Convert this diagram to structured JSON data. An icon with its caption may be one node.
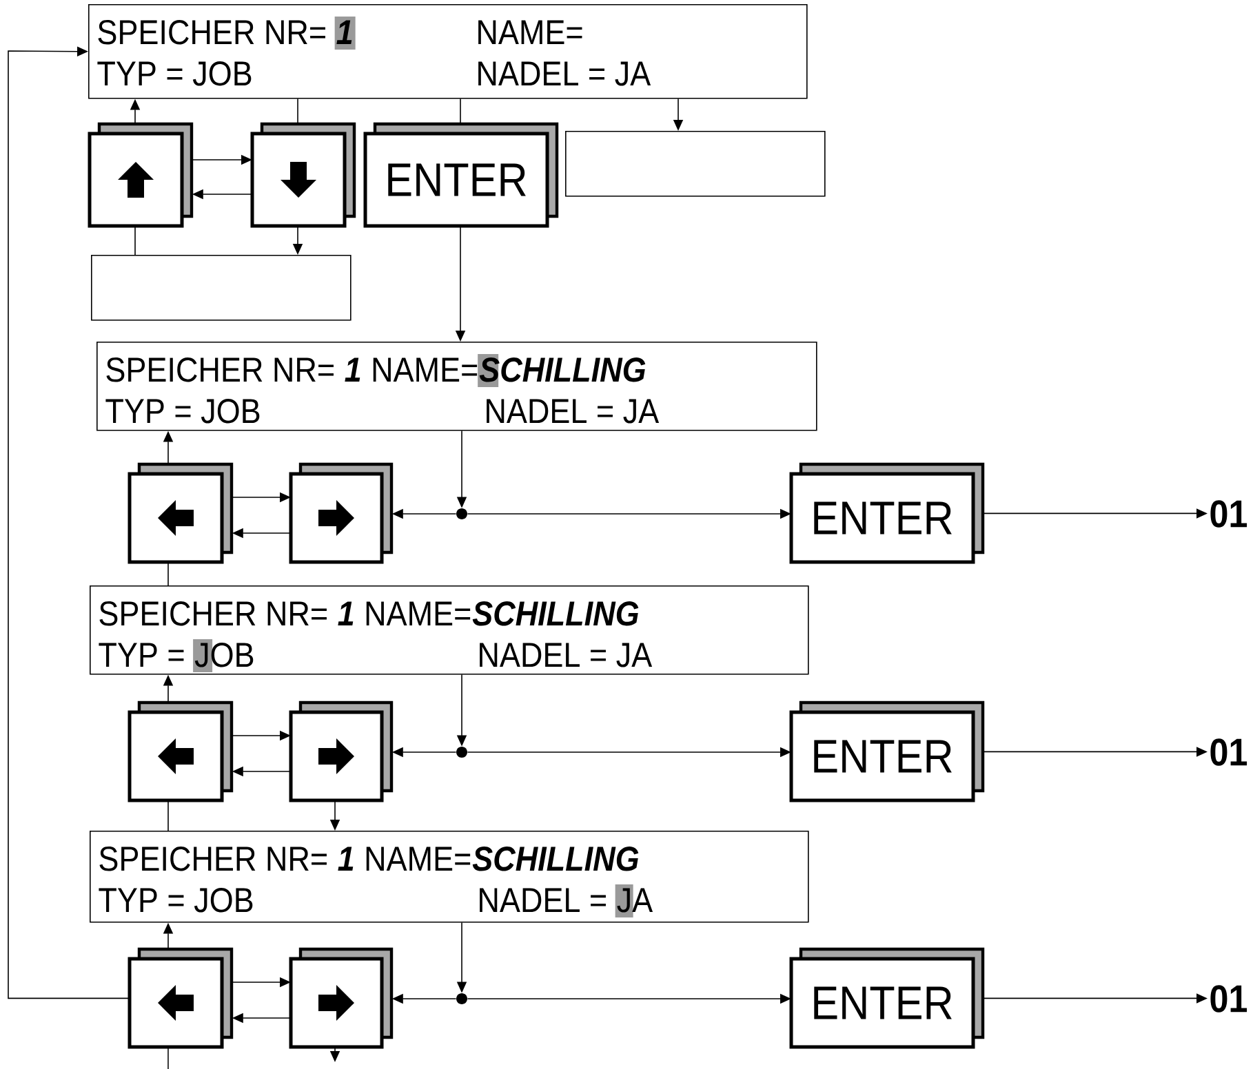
{
  "diagram": {
    "nodes": [
      {
        "text": [
          "SPEICHER NR=",
          "1",
          "NAME=",
          "TYP = JOB",
          "NADEL = JA"
        ]
      },
      {
        "text": [],
        "shape": "box"
      },
      {
        "text": [],
        "shape": "box"
      },
      {
        "text": [
          "ENTER"
        ]
      },
      {
        "text": [],
        "shape": "box"
      },
      {
        "text": [],
        "shape": "box"
      },
      {
        "text": [
          "SPEICHER NR=",
          "1",
          "NAME=",
          "SCHILLING",
          "TYP = JOB",
          "NADEL = JA"
        ]
      },
      {
        "text": [],
        "shape": "box"
      },
      {
        "text": [],
        "shape": "box"
      },
      {
        "text": [],
        "shape": "circle"
      },
      {
        "text": [
          "ENTER"
        ]
      },
      {
        "text": [
          "01"
        ]
      },
      {
        "text": [
          "SPEICHER NR=",
          "1",
          "NAME=",
          "SCHILLING",
          "TYP =",
          "JOB",
          "NADEL = JA"
        ]
      },
      {
        "text": [],
        "shape": "box"
      },
      {
        "text": [],
        "shape": "box"
      },
      {
        "text": [],
        "shape": "circle"
      },
      {
        "text": [
          "ENTER"
        ]
      },
      {
        "text": [
          "01"
        ]
      },
      {
        "text": [
          "SPEICHER NR=",
          "1",
          "NAME=",
          "SCHILLING",
          "TYP = JOB",
          "NADEL =",
          "JA"
        ]
      },
      {
        "text": [],
        "shape": "box"
      },
      {
        "text": [],
        "shape": "box"
      },
      {
        "text": [],
        "shape": "circle"
      },
      {
        "text": [
          "ENTER"
        ]
      },
      {
        "text": [
          "01"
        ]
      }
    ],
    "edges": [
      {
        "from": 1,
        "to": 0,
        "arrow": "to"
      },
      {
        "from": 1,
        "to": 2,
        "arrow": "to"
      },
      {
        "from": 2,
        "to": 1,
        "arrow": "to"
      },
      {
        "from": 0,
        "to": 2,
        "arrow": "none"
      },
      {
        "from": 2,
        "to": 5,
        "arrow": "to"
      },
      {
        "from": 1,
        "to": 5,
        "arrow": "none"
      },
      {
        "from": 0,
        "to": 3,
        "arrow": "none"
      },
      {
        "from": 3,
        "to": 6,
        "arrow": "to"
      },
      {
        "from": 0,
        "to": 4,
        "arrow": "to"
      },
      {
        "from": 19,
        "to": 0,
        "arrow": "to"
      },
      {
        "from": 7,
        "to": 6,
        "arrow": "to"
      },
      {
        "from": 7,
        "to": 8,
        "arrow": "to"
      },
      {
        "from": 8,
        "to": 7,
        "arrow": "to"
      },
      {
        "from": 7,
        "to": 12,
        "arrow": "none"
      },
      {
        "from": 6,
        "to": 9,
        "arrow": "to"
      },
      {
        "from": 9,
        "to": 8,
        "arrow": "to"
      },
      {
        "from": 9,
        "to": 10,
        "arrow": "to"
      },
      {
        "from": 10,
        "to": 11,
        "arrow": "to"
      },
      {
        "from": 13,
        "to": 12,
        "arrow": "to"
      },
      {
        "from": 13,
        "to": 14,
        "arrow": "to"
      },
      {
        "from": 14,
        "to": 13,
        "arrow": "to"
      },
      {
        "from": 13,
        "to": 18,
        "arrow": "none"
      },
      {
        "from": 14,
        "to": 18,
        "arrow": "to"
      },
      {
        "from": 12,
        "to": 15,
        "arrow": "to"
      },
      {
        "from": 15,
        "to": 14,
        "arrow": "to"
      },
      {
        "from": 15,
        "to": 16,
        "arrow": "to"
      },
      {
        "from": 16,
        "to": 17,
        "arrow": "to"
      },
      {
        "from": 19,
        "to": 18,
        "arrow": "to"
      },
      {
        "from": 19,
        "to": 20,
        "arrow": "to"
      },
      {
        "from": 20,
        "to": 19,
        "arrow": "to"
      },
      {
        "from": 18,
        "to": 21,
        "arrow": "to"
      },
      {
        "from": 21,
        "to": 20,
        "arrow": "to"
      },
      {
        "from": 21,
        "to": 22,
        "arrow": "to"
      },
      {
        "from": 22,
        "to": 23,
        "arrow": "to"
      },
      {
        "from": 19,
        "to": null,
        "arrow": "none"
      },
      {
        "from": 20,
        "to": null,
        "arrow": "to"
      }
    ]
  }
}
